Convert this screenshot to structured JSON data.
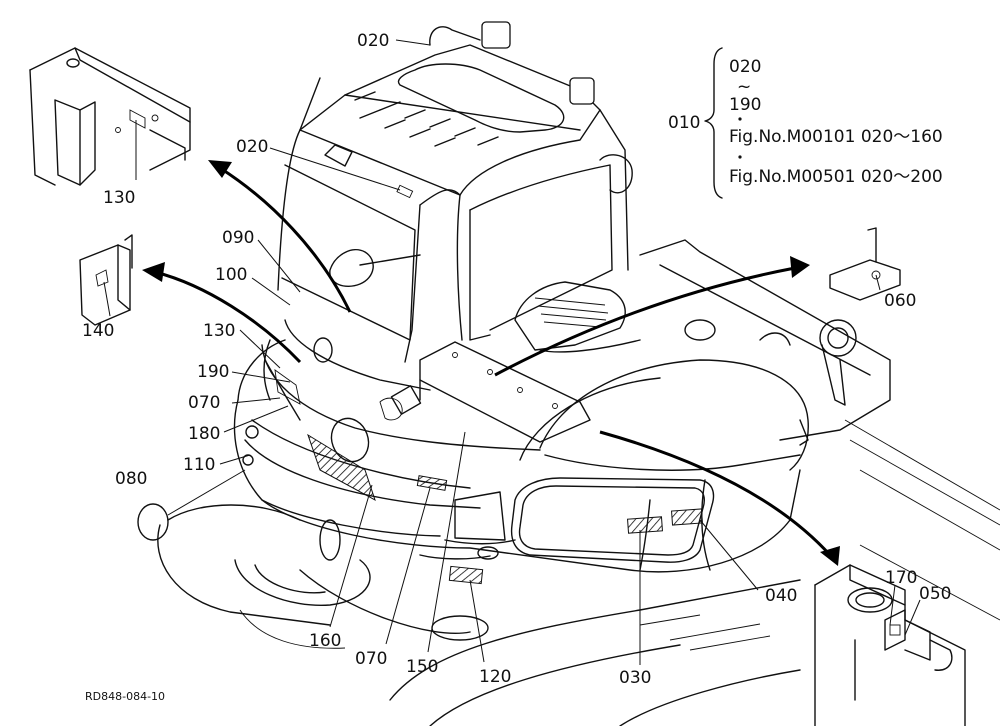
{
  "callouts": [
    {
      "id": "c020a",
      "label": "020"
    },
    {
      "id": "c020b",
      "label": "020"
    },
    {
      "id": "c130a",
      "label": "130"
    },
    {
      "id": "c090",
      "label": "090"
    },
    {
      "id": "c100",
      "label": "100"
    },
    {
      "id": "c140",
      "label": "140"
    },
    {
      "id": "c130b",
      "label": "130"
    },
    {
      "id": "c190",
      "label": "190"
    },
    {
      "id": "c070a",
      "label": "070"
    },
    {
      "id": "c180",
      "label": "180"
    },
    {
      "id": "c110",
      "label": "110"
    },
    {
      "id": "c080",
      "label": "080"
    },
    {
      "id": "c060",
      "label": "060"
    },
    {
      "id": "c160",
      "label": "160"
    },
    {
      "id": "c070b",
      "label": "070"
    },
    {
      "id": "c150",
      "label": "150"
    },
    {
      "id": "c120",
      "label": "120"
    },
    {
      "id": "c030",
      "label": "030"
    },
    {
      "id": "c040",
      "label": "040"
    },
    {
      "id": "c170",
      "label": "170"
    },
    {
      "id": "c050",
      "label": "050"
    }
  ],
  "note": {
    "label": "010",
    "line1": "020",
    "tilde": "~",
    "line2": "190",
    "fig1": "Fig.No.M00101  020〜160",
    "fig2": "Fig.No.M00501  020〜200"
  },
  "reference_code": "RD848-084-10"
}
